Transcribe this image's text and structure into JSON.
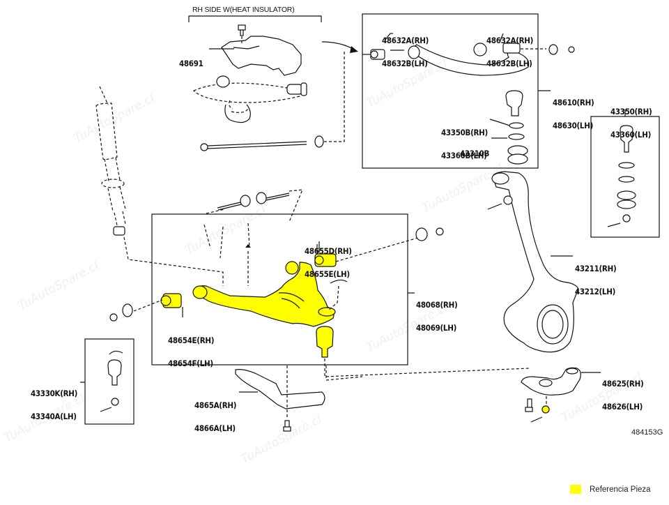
{
  "diagram": {
    "header_note": "RH SIDE W(HEAT INSULATOR)",
    "illustration_code": "484153G",
    "highlight_color": "#ffff00",
    "watermark_text": "TuAutoSpare.cl",
    "legend": {
      "label": "Referencia Pieza"
    },
    "callouts": {
      "p48691": {
        "lines": [
          "48691"
        ]
      },
      "p48632_left": {
        "lines": [
          "48632A(RH)",
          "48632B(LH)"
        ]
      },
      "p48632_right": {
        "lines": [
          "48632A(RH)",
          "48632B(LH)"
        ]
      },
      "p48610": {
        "lines": [
          "48610(RH)",
          "48630(LH)"
        ]
      },
      "p43350B": {
        "lines": [
          "43350B(RH)",
          "43360B(LH)"
        ]
      },
      "p43310B": {
        "lines": [
          "43310B"
        ]
      },
      "p43350": {
        "lines": [
          "43350(RH)",
          "43360(LH)"
        ]
      },
      "p48655": {
        "lines": [
          "48655D(RH)",
          "48655E(LH)"
        ]
      },
      "p48068": {
        "lines": [
          "48068(RH)",
          "48069(LH)"
        ]
      },
      "p43211": {
        "lines": [
          "43211(RH)",
          "43212(LH)"
        ]
      },
      "p48654": {
        "lines": [
          "48654E(RH)",
          "48654F(LH)"
        ]
      },
      "p43330K": {
        "lines": [
          "43330K(RH)",
          "43340A(LH)"
        ]
      },
      "p4865A": {
        "lines": [
          "4865A(RH)",
          "4866A(LH)"
        ]
      },
      "p48625": {
        "lines": [
          "48625(RH)",
          "48626(LH)"
        ]
      }
    }
  }
}
